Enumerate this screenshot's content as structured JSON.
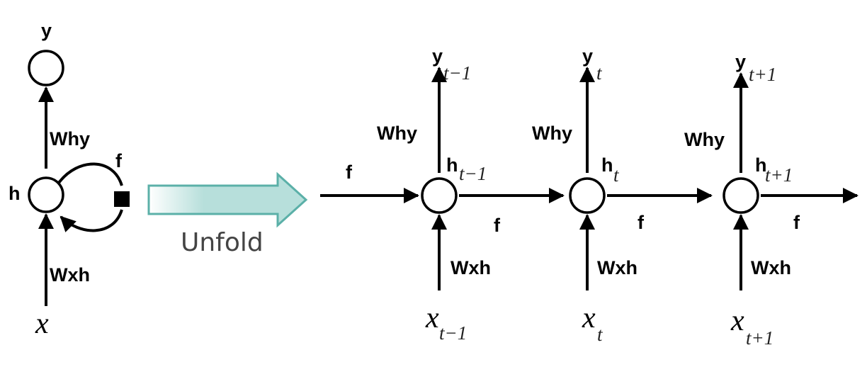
{
  "folded": {
    "output_label": "y",
    "hidden_label": "h",
    "input_label": "x",
    "why_label": "Why",
    "wxh_label": "Wxh",
    "recurrence_label": "f"
  },
  "unfold_label": "Unfold",
  "unrolled": {
    "input_f_label": "f",
    "steps": [
      {
        "y": "y",
        "y_sub": "t−1",
        "h": "h",
        "h_sub": "t−1",
        "x": "x",
        "x_sub": "t−1",
        "why": "Why",
        "wxh": "Wxh",
        "f_out": "f"
      },
      {
        "y": "y",
        "y_sub": "t",
        "h": "h",
        "h_sub": "t",
        "x": "x",
        "x_sub": "t",
        "why": "Why",
        "wxh": "Wxh",
        "f_out": "f"
      },
      {
        "y": "y",
        "y_sub": "t+1",
        "h": "h",
        "h_sub": "t+1",
        "x": "x",
        "x_sub": "t+1",
        "why": "Why",
        "wxh": "Wxh",
        "f_out": "f"
      }
    ]
  },
  "colors": {
    "arrow_fill": "#b7dfdb",
    "arrow_stroke": "#5bb0a8"
  }
}
